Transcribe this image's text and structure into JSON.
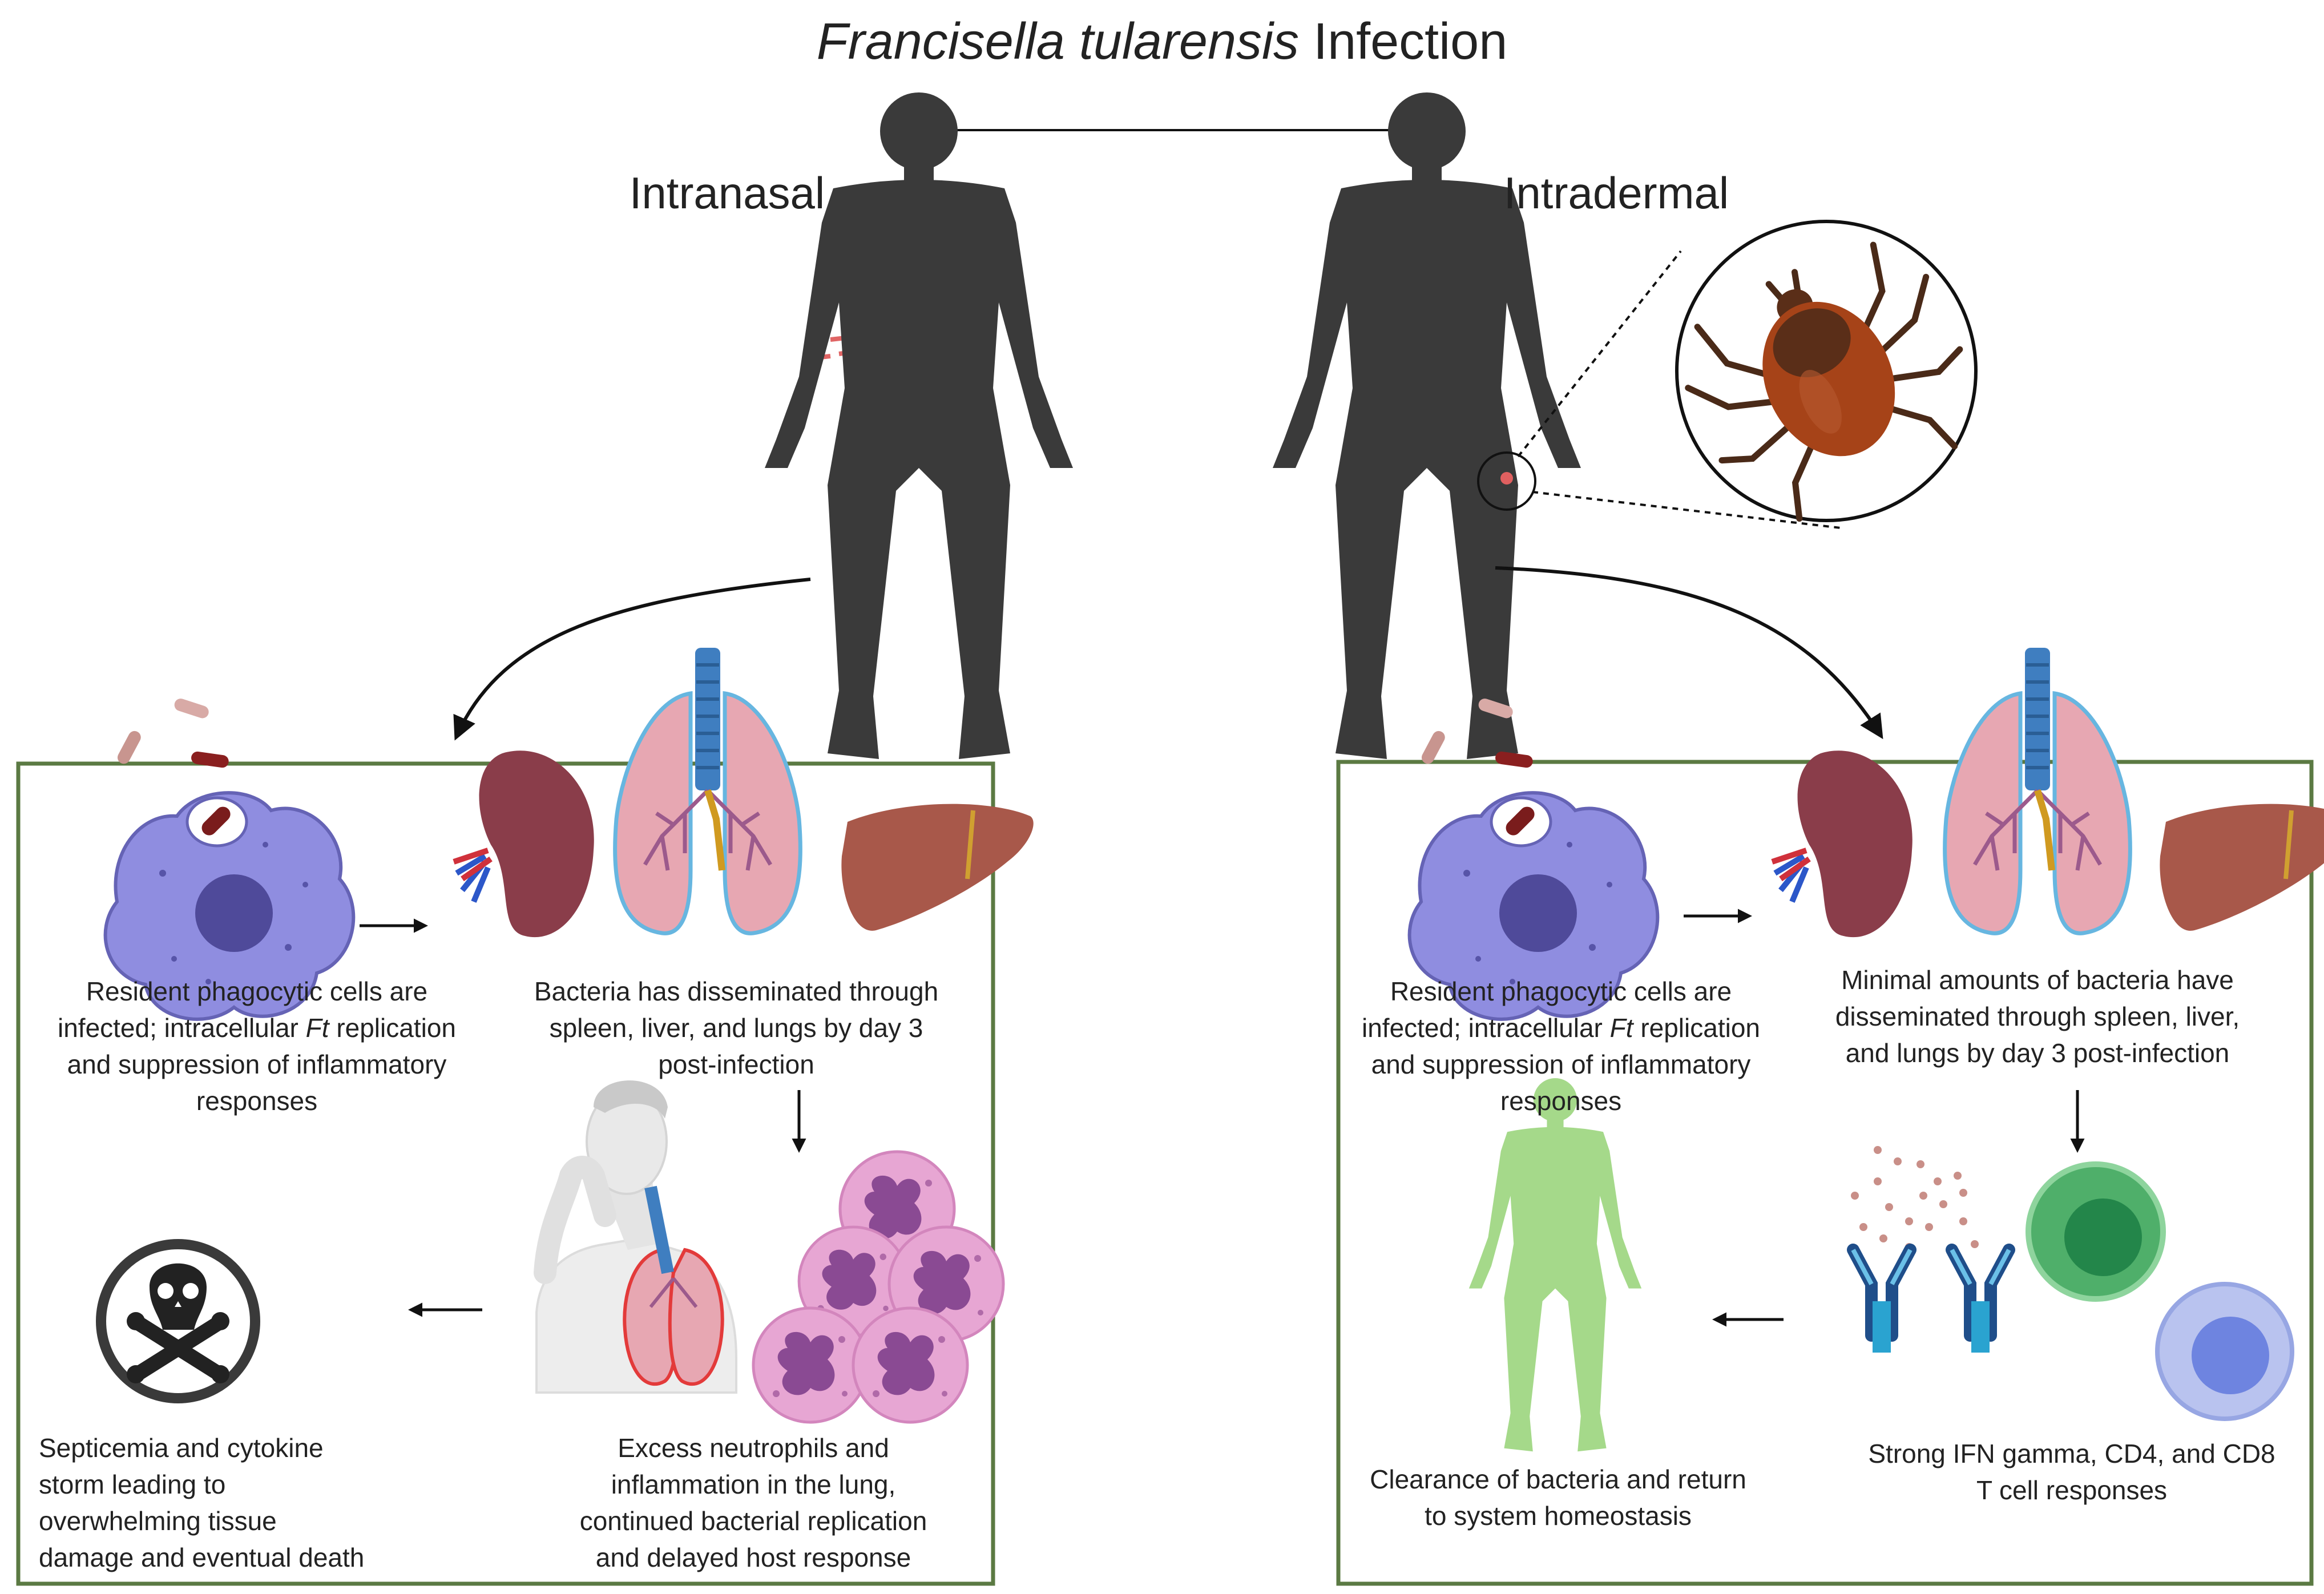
{
  "title": {
    "italic": "Francisella tularensis",
    "rest": "Infection"
  },
  "routes": {
    "intranasal": "Intranasal",
    "intradermal": "Intradermal"
  },
  "intranasal_panel": {
    "step1": [
      "Resident phagocytic cells are",
      "infected; intracellular ",
      "Ft",
      " replication",
      "and suppression of inflammatory",
      "responses"
    ],
    "step2": [
      "Bacteria has disseminated through",
      "spleen, liver, and lungs by day 3",
      "post-infection"
    ],
    "step3": [
      "Excess neutrophils and",
      "inflammation in the lung,",
      "continued bacterial replication",
      "and delayed host response"
    ],
    "step4": [
      "Septicemia and cytokine",
      "storm leading to",
      "overwhelming tissue",
      "damage and eventual death"
    ]
  },
  "intradermal_panel": {
    "step1": [
      "Resident phagocytic cells are",
      "infected; intracellular ",
      "Ft",
      " replication",
      "and suppression of inflammatory",
      "responses"
    ],
    "step2": [
      "Minimal amounts of bacteria have",
      "disseminated through spleen, liver,",
      "and lungs by day 3 post-infection"
    ],
    "step3": [
      "Strong IFN gamma, CD4, and CD8",
      "T cell responses"
    ],
    "step4": [
      "Clearance of bacteria and return",
      "to system homeostasis"
    ]
  },
  "colors": {
    "panel_border": "#5b7a43",
    "silhouette": "#3a3a3a",
    "macrophage": "#8f8de0",
    "spleen": "#8a3d4a",
    "lung": "#e7a7b2",
    "liver": "#a8584a",
    "neutrophil": "#e7a6d3",
    "green_cell": "#4faf6a",
    "blue_cell": "#8fa0e0",
    "healthy_body": "#a5d98a",
    "tick": "#a64318"
  }
}
